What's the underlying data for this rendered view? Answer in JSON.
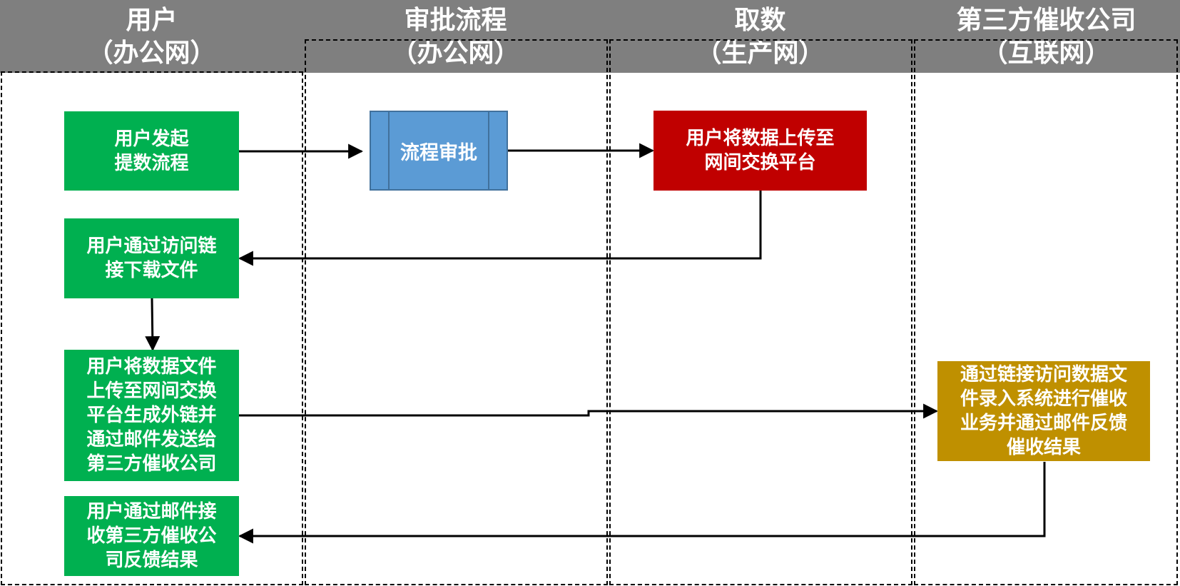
{
  "lanes": [
    {
      "title": "用户",
      "subtitle": "（办公网）"
    },
    {
      "title": "审批流程",
      "subtitle": "（办公网）"
    },
    {
      "title": "取数",
      "subtitle": "（生产网）"
    },
    {
      "title": "第三方催收公司",
      "subtitle": "（互联网）"
    }
  ],
  "nodes": {
    "start": {
      "line1": "用户发起",
      "line2": "提数流程"
    },
    "approval": {
      "label": "流程审批"
    },
    "upload_platform": {
      "line1": "用户将数据上传至",
      "line2": "网间交换平台"
    },
    "download": {
      "line1": "用户通过访问链",
      "line2": "接下载文件"
    },
    "share_link": {
      "line1": "用户将数据文件",
      "line2": "上传至网间交换",
      "line3": "平台生成外链并",
      "line4": "通过邮件发送给",
      "line5": "第三方催收公司"
    },
    "collection": {
      "line1": "通过链接访问数据文",
      "line2": "件录入系统进行催收",
      "line3": "业务并通过邮件反馈",
      "line4": "催收结果"
    },
    "receive_result": {
      "line1": "用户通过邮件接",
      "line2": "收第三方催收公",
      "line3": "司反馈结果"
    }
  },
  "colors": {
    "header": "#7f7f7f",
    "user_node": "#00b050",
    "approval_node": "#5b9bd5",
    "data_node": "#c00000",
    "third_party_node": "#bf9000"
  }
}
